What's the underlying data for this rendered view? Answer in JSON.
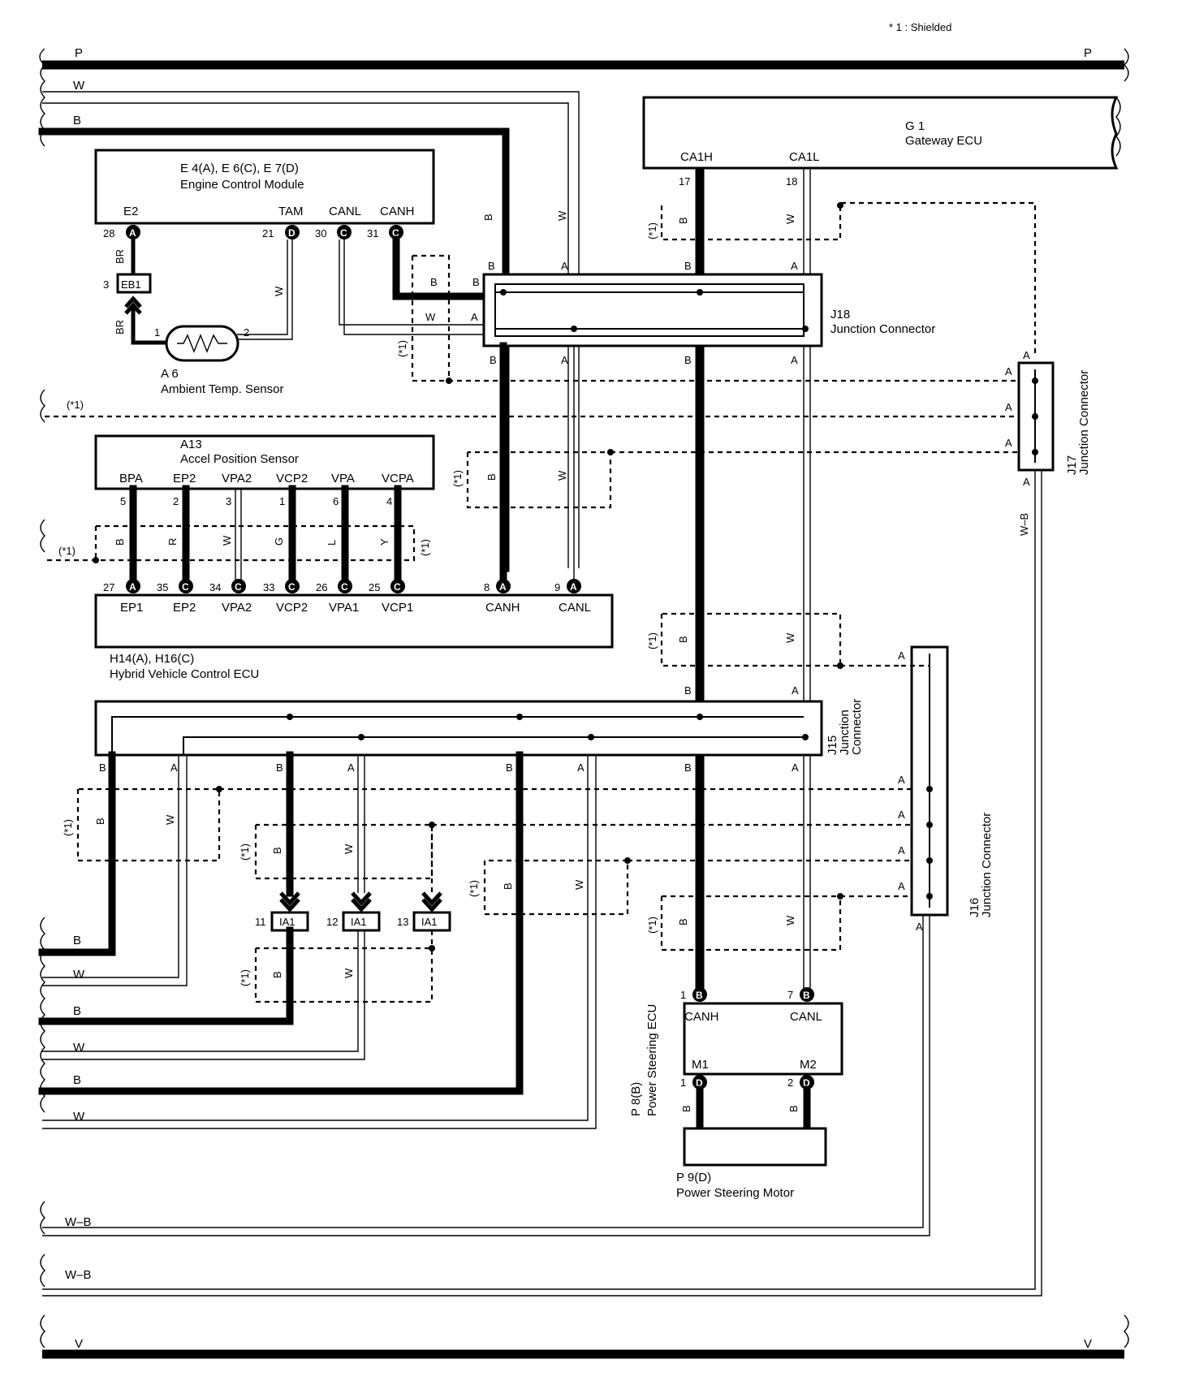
{
  "note": "* 1 : Shielded",
  "shield_mark": "(*1)",
  "bus": {
    "p": "P",
    "v": "V",
    "w": "W",
    "b": "B",
    "wb": "W–B"
  },
  "components": {
    "ecm": {
      "name": "E 4(A), E 6(C), E 7(D)",
      "desc": "Engine Control Module",
      "pins": [
        "E2",
        "TAM",
        "CANL",
        "CANH"
      ]
    },
    "ambient": {
      "name": "A 6",
      "desc": "Ambient Temp.  Sensor"
    },
    "eb1": "EB1",
    "accel": {
      "name": "A13",
      "desc": "Accel Position Sensor",
      "pins": [
        "BPA",
        "EP2",
        "VPA2",
        "VCP2",
        "VPA",
        "VCPA"
      ]
    },
    "hv_ecu": {
      "name": "H14(A), H16(C)",
      "desc": "Hybrid Vehicle Control ECU",
      "pins": [
        "EP1",
        "EP2",
        "VPA2",
        "VCP2",
        "VPA1",
        "VCP1",
        "CANH",
        "CANL"
      ]
    },
    "gateway": {
      "name": "G 1",
      "desc": "Gateway ECU",
      "pins": [
        "CA1H",
        "CA1L"
      ]
    },
    "j18": {
      "name": "J18",
      "desc": "Junction Connector"
    },
    "j17": {
      "name": "J17",
      "desc": "Junction Connector"
    },
    "j15": {
      "name": "J15",
      "desc1": "Junction",
      "desc2": "Connector"
    },
    "j16": {
      "name": "J16",
      "desc": "Junction Connector"
    },
    "ps_ecu": {
      "name": "P 8(B)",
      "desc": "Power Steering ECU",
      "pins": [
        "CANH",
        "CANL",
        "M1",
        "M2"
      ]
    },
    "ps_motor": {
      "name": "P 9(D)",
      "desc": "Power Steering Motor"
    },
    "ia1": "IA1"
  },
  "pin_numbers": {
    "ecm": [
      "28",
      "21",
      "30",
      "31"
    ],
    "ecm_letters": [
      "A",
      "D",
      "C",
      "C"
    ],
    "ambient": [
      "1",
      "2"
    ],
    "eb1": "3",
    "accel": [
      "5",
      "2",
      "3",
      "1",
      "6",
      "4"
    ],
    "hv": [
      "27",
      "35",
      "34",
      "33",
      "26",
      "25",
      "8",
      "9"
    ],
    "hv_letters": [
      "A",
      "C",
      "C",
      "C",
      "C",
      "C",
      "A",
      "A"
    ],
    "gateway": [
      "17",
      "18"
    ],
    "ia1": [
      "11",
      "12",
      "13"
    ],
    "ps_ecu": [
      "1",
      "7",
      "1",
      "2"
    ],
    "ps_letters": [
      "B",
      "B",
      "D",
      "D"
    ]
  },
  "wire_colors": {
    "br": "BR",
    "w": "W",
    "b": "B",
    "r": "R",
    "g": "G",
    "l": "L",
    "y": "Y",
    "wb": "W–B"
  },
  "terminal_letters": {
    "a": "A",
    "b": "B"
  }
}
